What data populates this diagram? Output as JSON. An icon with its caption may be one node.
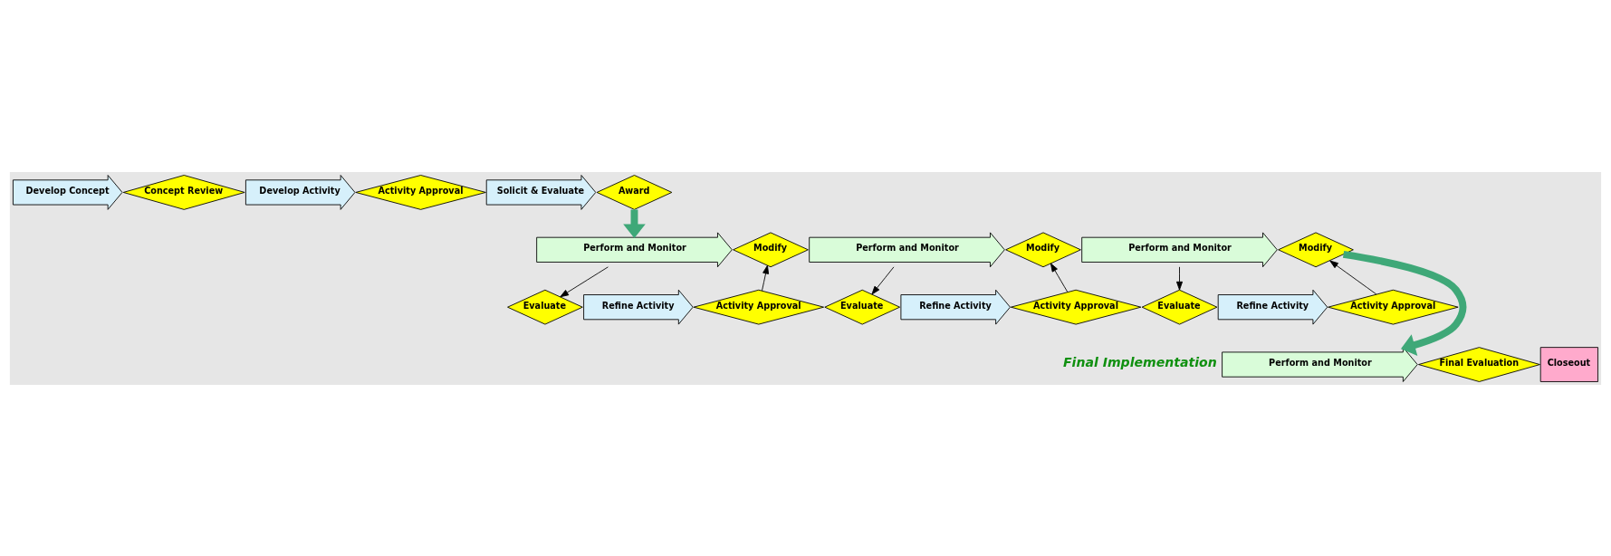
{
  "diagram": {
    "nodes": [
      {
        "text": [
          "Develop Concept"
        ]
      },
      {
        "text": [
          "Concept Review"
        ]
      },
      {
        "text": [
          "Develop Activity"
        ]
      },
      {
        "text": [
          "Activity Approval"
        ]
      },
      {
        "text": [
          "Solicit & Evaluate"
        ]
      },
      {
        "text": [
          "Award"
        ]
      },
      {
        "text": [
          "Perform and Monitor"
        ]
      },
      {
        "text": [
          "Modify"
        ]
      },
      {
        "text": [
          "Evaluate"
        ]
      },
      {
        "text": [
          "Refine Activity"
        ]
      },
      {
        "text": [
          "Activity Approval"
        ]
      },
      {
        "text": [
          "Perform and Monitor"
        ]
      },
      {
        "text": [
          "Modify"
        ]
      },
      {
        "text": [
          "Evaluate"
        ]
      },
      {
        "text": [
          "Refine Activity"
        ]
      },
      {
        "text": [
          "Activity Approval"
        ]
      },
      {
        "text": [
          "Perform and Monitor"
        ]
      },
      {
        "text": [
          "Modify"
        ]
      },
      {
        "text": [
          "Evaluate"
        ]
      },
      {
        "text": [
          "Refine Activity"
        ]
      },
      {
        "text": [
          "Activity Approval"
        ]
      },
      {
        "text": [
          "Perform and Monitor"
        ]
      },
      {
        "text": [
          "Final Evaluation"
        ]
      },
      {
        "text": [
          "Closeout"
        ]
      }
    ],
    "edges": [
      {
        "from": 5,
        "to": 6,
        "arrow": "to",
        "style": "thick",
        "color": "#3fa878"
      },
      {
        "from": 6,
        "to": 8,
        "arrow": "to"
      },
      {
        "from": 10,
        "to": 7,
        "arrow": "to"
      },
      {
        "from": 11,
        "to": 13,
        "arrow": "to"
      },
      {
        "from": 15,
        "to": 12,
        "arrow": "to"
      },
      {
        "from": 16,
        "to": 18,
        "arrow": "to"
      },
      {
        "from": 20,
        "to": 17,
        "arrow": "to"
      },
      {
        "from": 17,
        "to": 21,
        "arrow": "to",
        "style": "thick",
        "color": "#3fa878"
      }
    ],
    "labels": [
      "Final Implementation"
    ]
  }
}
